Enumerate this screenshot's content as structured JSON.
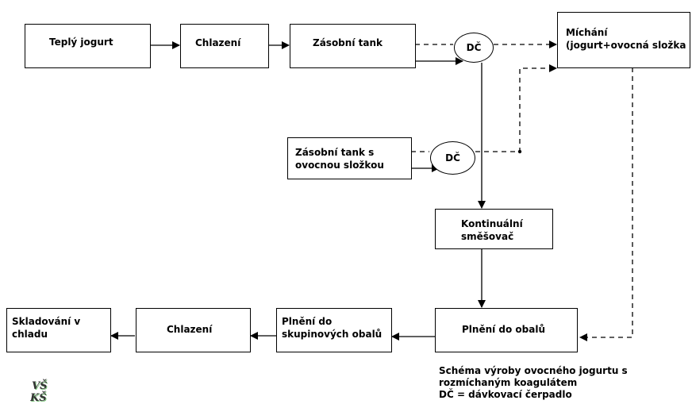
{
  "nodes": {
    "warm_yogurt": "Teplý jogurt",
    "cooling_1": "Chlazení",
    "storage_tank": "Zásobní tank",
    "mixing": "Míchání\n(jogurt+ovocná složka",
    "fruit_storage_tank": "Zásobní tank s\novocnou složkou",
    "continuous_mixer": "Kontinuální\nsměšovač",
    "filling_packages": "Plnění do obalů",
    "filling_group_packages": "Plnění do\nskupinových obalů",
    "cooling_2": "Chlazení",
    "cold_storage": "Skladování v\nchladu"
  },
  "pumps": {
    "pump_1": "DČ",
    "pump_2": "DČ"
  },
  "caption": "Schéma výroby ovocného jogurtu s\nrozmíchaným koagulátem\nDČ = dávkovací čerpadlo",
  "logo": {
    "line1": "VŠ",
    "line2": "KŠ"
  },
  "colors": {
    "line": "#000000",
    "logo": "#333333",
    "logo_shadow": "#7dc47d"
  }
}
